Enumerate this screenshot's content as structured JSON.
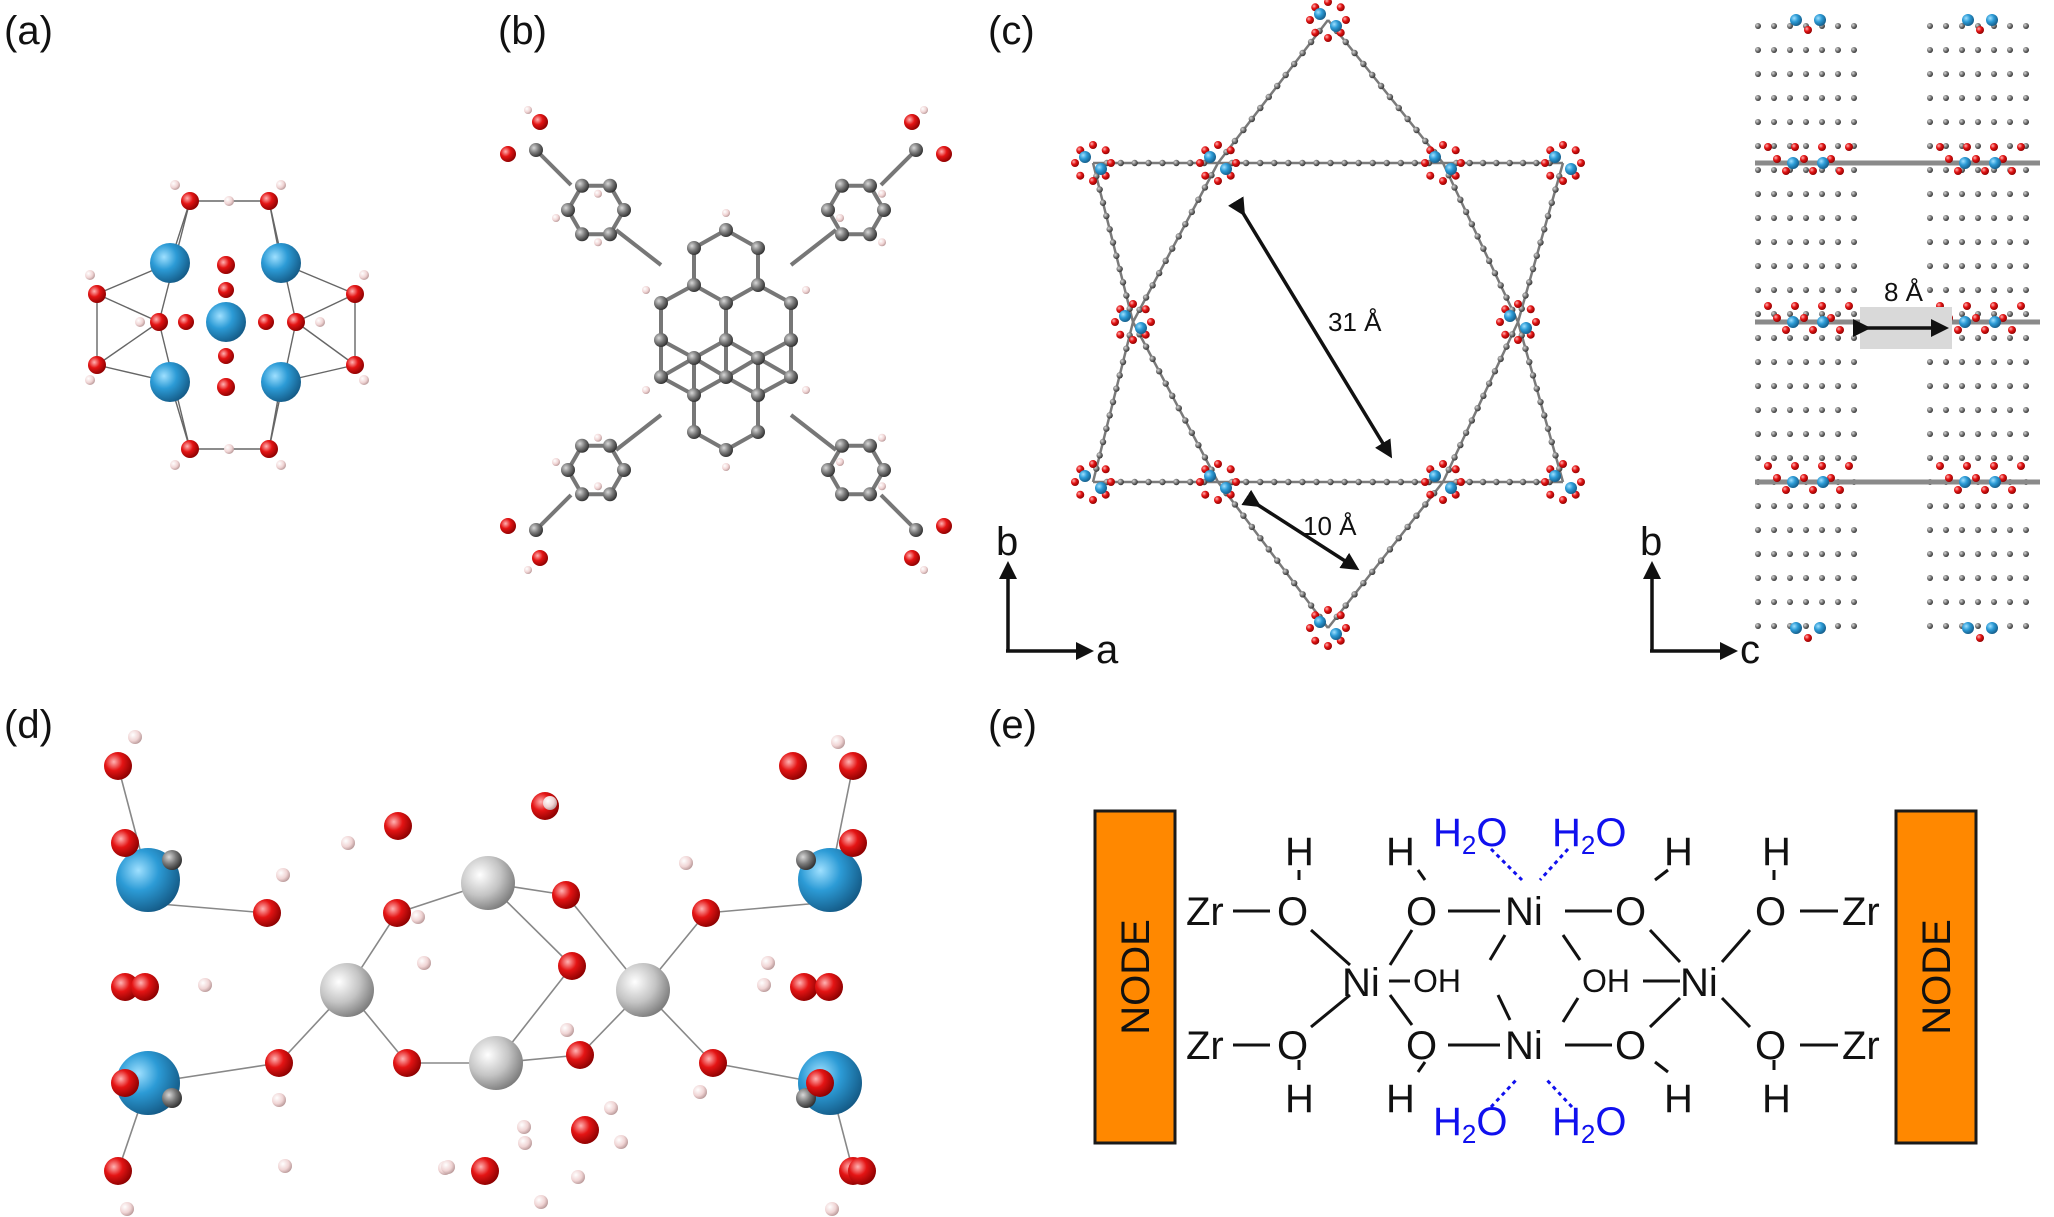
{
  "panels": {
    "a": {
      "label": "(a)"
    },
    "b": {
      "label": "(b)"
    },
    "c": {
      "label": "(c)",
      "pore_large": "31 Å",
      "pore_small": "10 Å",
      "channel": "8 Å",
      "axes_ab": {
        "y": "b",
        "x": "a"
      },
      "axes_bc": {
        "y": "b",
        "x": "c"
      }
    },
    "d": {
      "label": "(d)"
    },
    "e": {
      "label": "(e)",
      "node_label": "NODE",
      "zr": "Zr",
      "o": "O",
      "h": "H",
      "ni": "Ni",
      "oh": "OH",
      "h2o_h": "H",
      "h2o_sub": "2",
      "h2o_o": "O"
    }
  },
  "colors": {
    "zr": "#2c8fc4",
    "oxygen": "#e01010",
    "hydrogen": "#f2dada",
    "carbon": "#6e6e6e",
    "nickel": "#c8c8c8",
    "node_fill": "#ff8800",
    "water_text": "#1010ee"
  }
}
